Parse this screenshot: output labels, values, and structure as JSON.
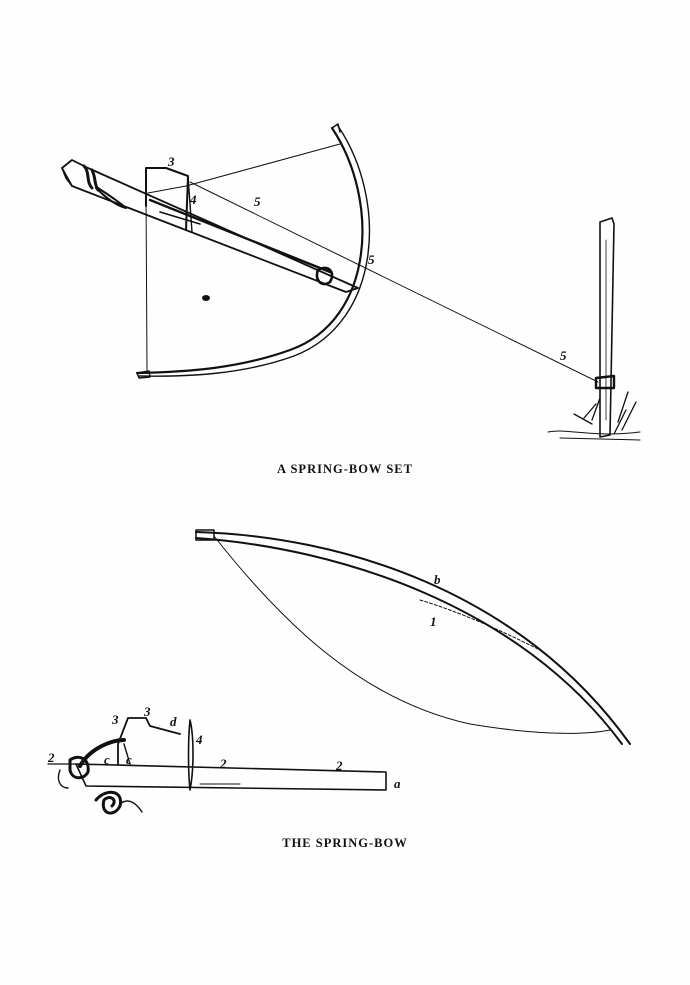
{
  "figures": [
    {
      "caption": "A SPRING-BOW SET",
      "labels": {
        "top_trigger": "3",
        "brace": "4",
        "line_upper": "5",
        "line_middle": "5",
        "line_lower": "5"
      }
    },
    {
      "caption": "THE SPRING-BOW",
      "labels": {
        "bow_b": "b",
        "bow_1": "1",
        "stock_2_left": "2",
        "stock_2_mid": "2",
        "stock_2_right": "2",
        "end_a": "a",
        "trigger_3_left": "3",
        "trigger_3_right": "3",
        "trigger_d": "d",
        "brace_4": "4",
        "peg_c_left": "c",
        "peg_c_right": "c"
      }
    }
  ]
}
